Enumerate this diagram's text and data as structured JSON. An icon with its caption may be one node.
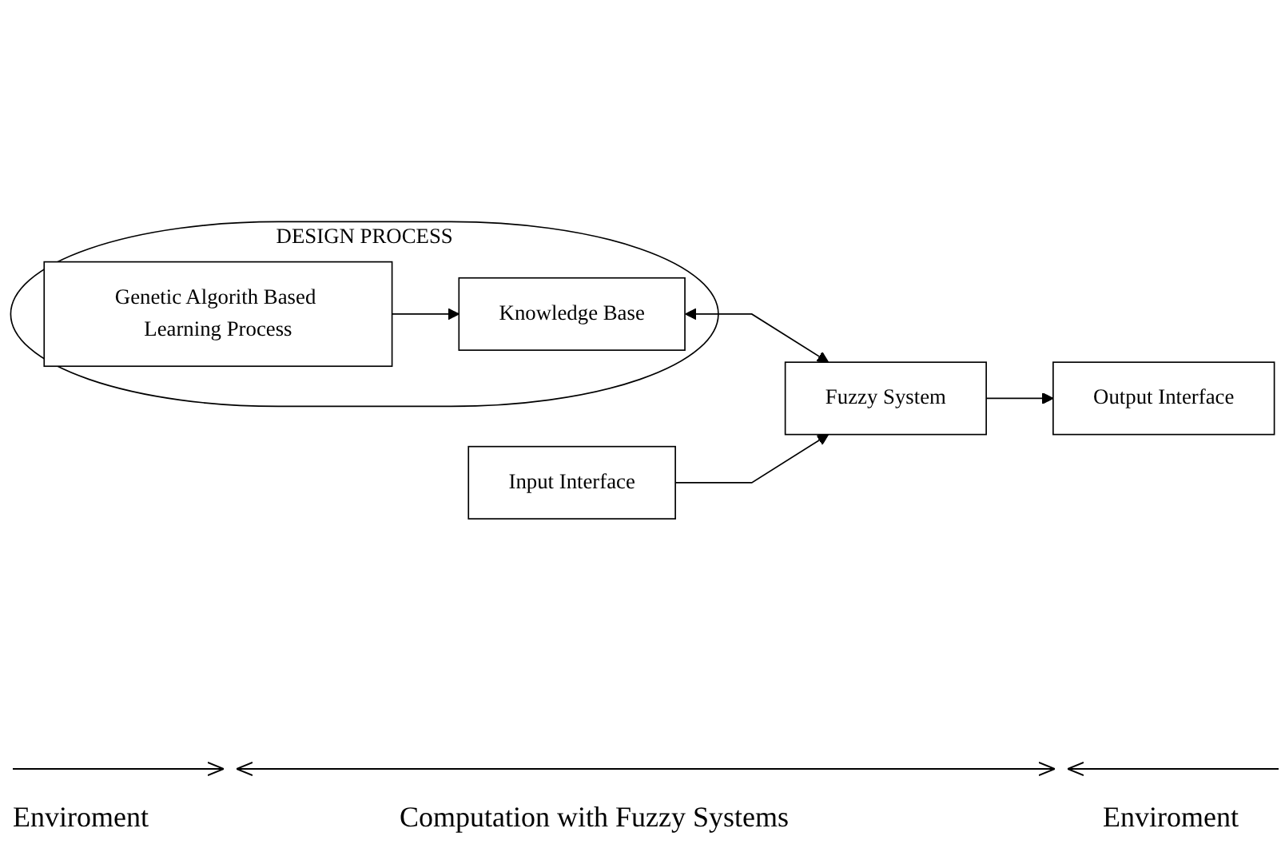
{
  "diagram": {
    "nodes": [
      {
        "text": [
          "DESIGN PROCESS"
        ]
      },
      {
        "text": [
          "Genetic Algorith Based Learning Process"
        ],
        "in": 0
      },
      {
        "text": [
          "Knowledge Base"
        ],
        "in": 0
      },
      {
        "text": [
          "Input Interface"
        ]
      },
      {
        "text": [
          "Fuzzy System"
        ]
      },
      {
        "text": [
          "Output Interface"
        ]
      }
    ],
    "edges": [
      {
        "from": 1,
        "to": 2,
        "arrow": "to"
      },
      {
        "from": 2,
        "to": 4,
        "arrow": "both"
      },
      {
        "from": 3,
        "to": 4,
        "arrow": "to"
      },
      {
        "from": 4,
        "to": 5,
        "arrow": "to"
      }
    ],
    "labels": [
      "Enviroment",
      "Computation with Fuzzy Systems",
      "Enviroment"
    ]
  }
}
